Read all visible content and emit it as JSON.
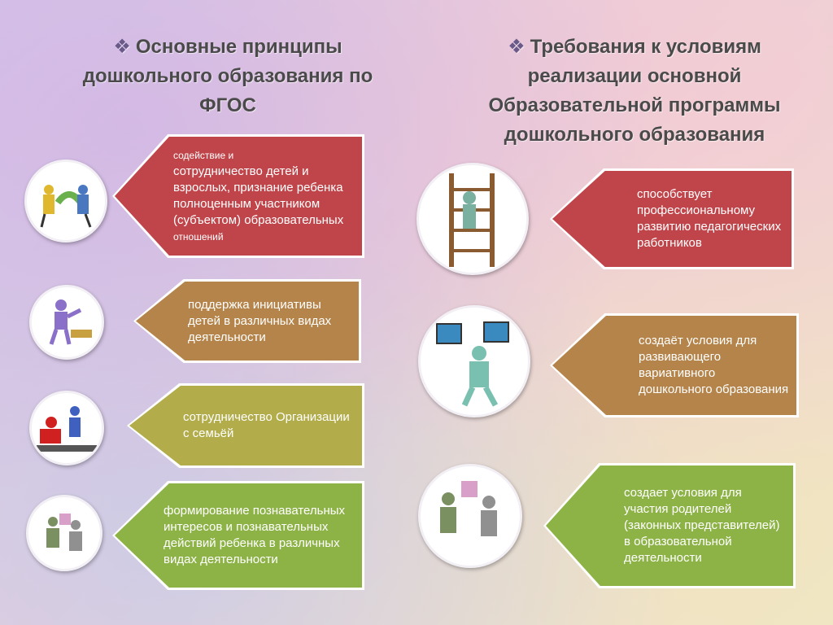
{
  "left": {
    "bullet": "❖",
    "title": "Основные принципы дошкольного образования по ФГОС",
    "items": [
      {
        "top": "содействие и",
        "main": "сотрудничество детей и взрослых, признание ребенка полноценным участником (субъектом) образовательных",
        "bottom": "отношений"
      },
      {
        "text": "поддержка инициативы детей в различных видах деятельности"
      },
      {
        "text": "сотрудничество Организации с семьёй"
      },
      {
        "text": "формирование познавательных интересов и познавательных действий ребенка в различных видах деятельности"
      }
    ]
  },
  "right": {
    "bullet": "❖",
    "title": "Требования к условиям реализации основной Образовательной программы дошкольного образования",
    "items": [
      {
        "text": "способствует профессиональному развитию педагогических работников"
      },
      {
        "text": "создаёт условия для развивающего вариативного дошкольного образования"
      },
      {
        "text": "создает условия для участия родителей (законных представителей) в образовательной деятельности"
      }
    ]
  },
  "colors": {
    "red": "#c0454a",
    "brown": "#b5844a",
    "olive": "#b2ac4a",
    "green": "#8db347"
  }
}
